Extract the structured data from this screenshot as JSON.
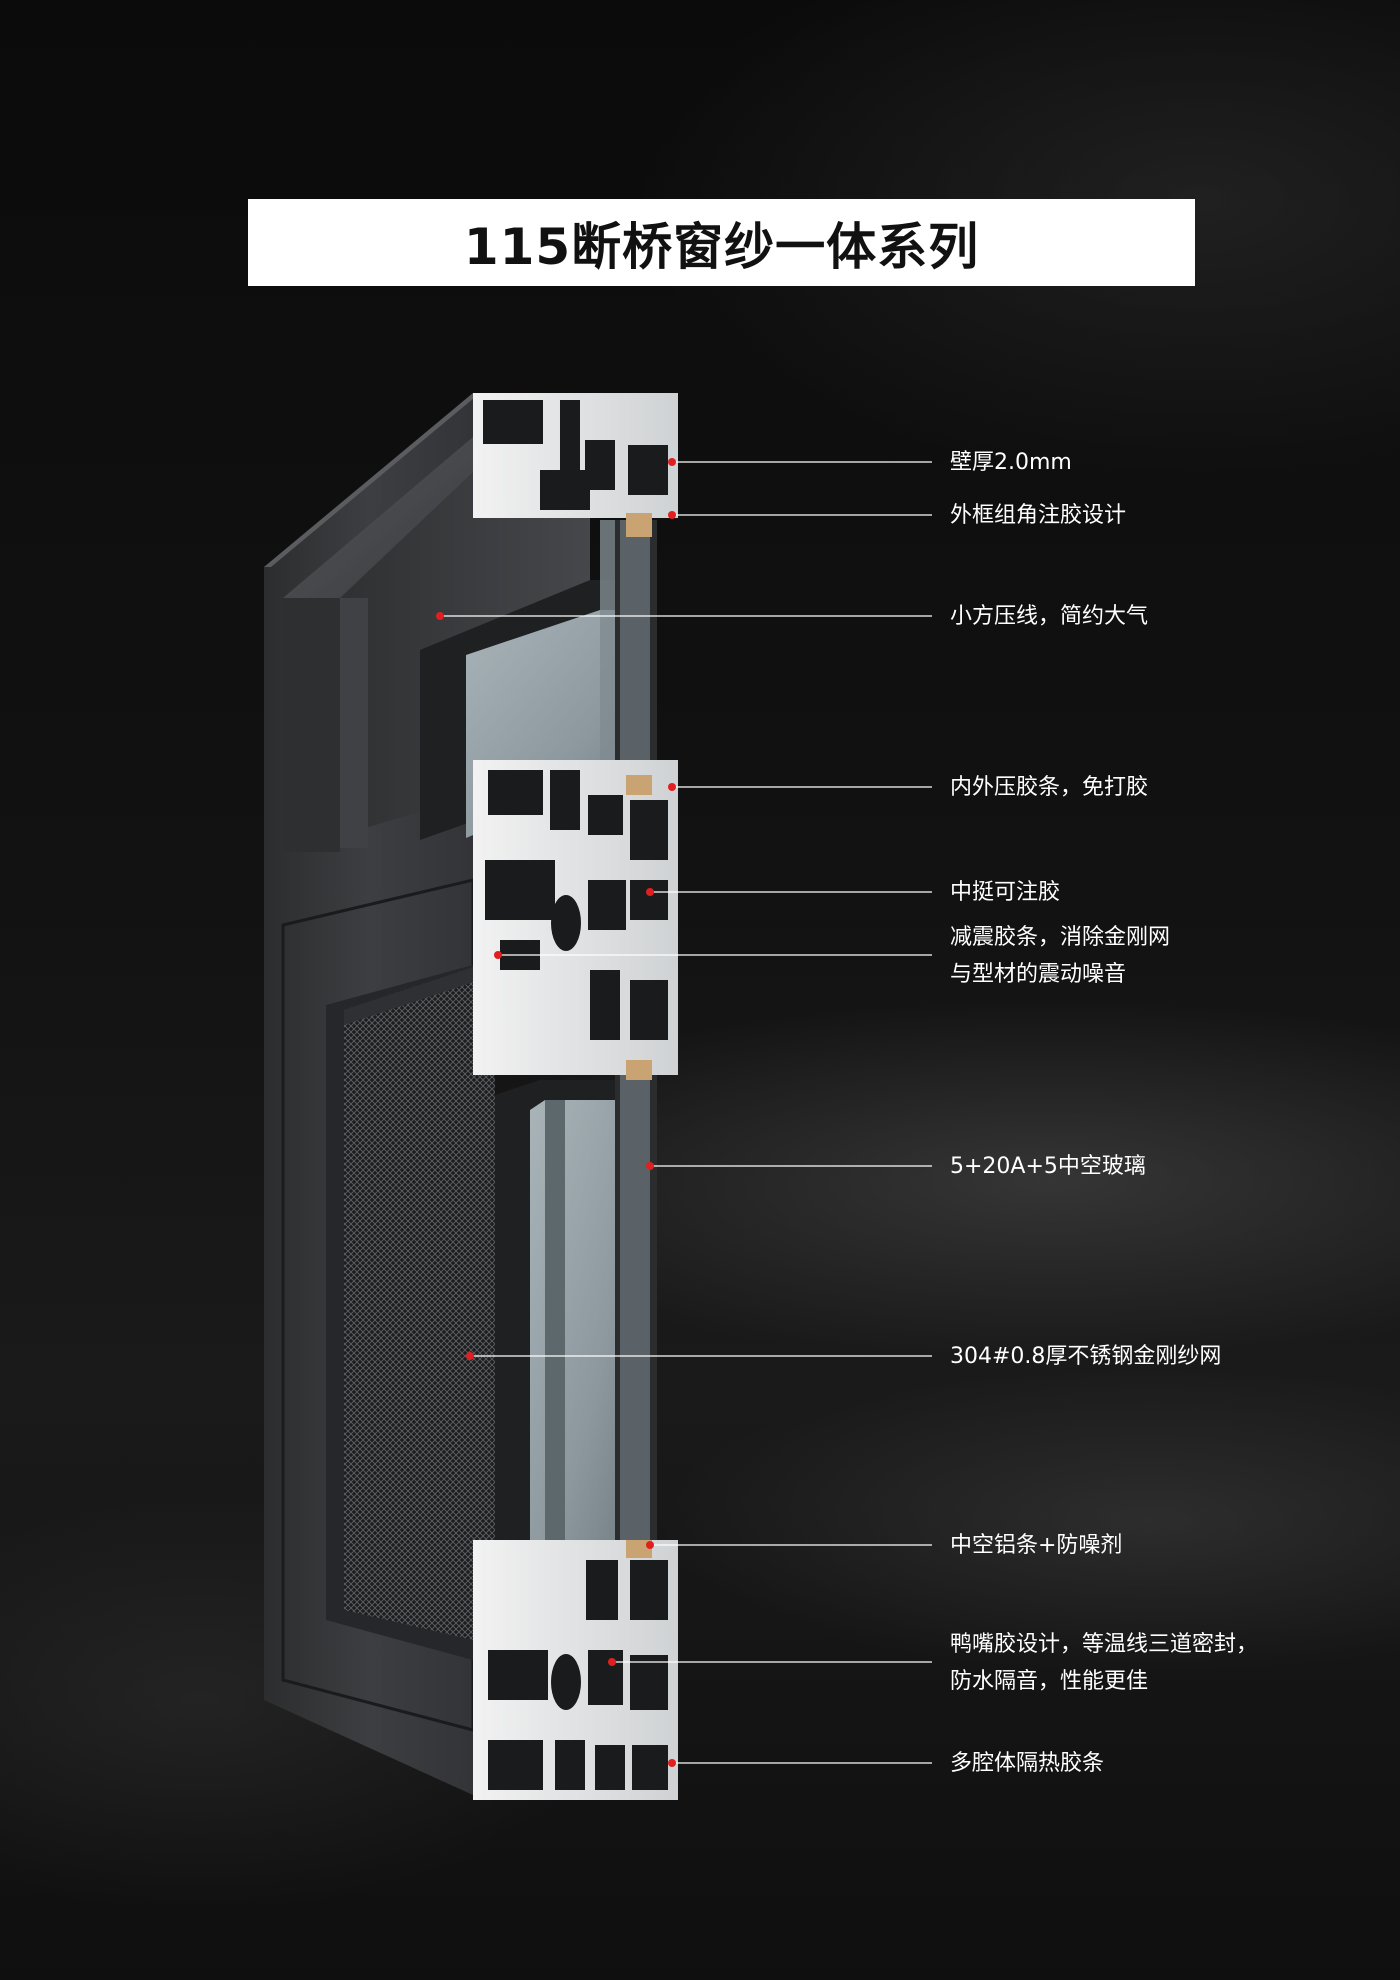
{
  "title": "115断桥窗纱一体系列",
  "colors": {
    "background": "#0c0c0c",
    "title_bar": "#ffffff",
    "title_text": "#111111",
    "frame": "#3a3b3d",
    "glass": "#8e9aa0",
    "callout_dot": "#e02020",
    "callout_line": "#ffffff"
  },
  "callouts": [
    {
      "text": "壁厚2.0mm"
    },
    {
      "text": "外框组角注胶设计"
    },
    {
      "text": "小方压线，简约大气"
    },
    {
      "text": "内外压胶条，免打胶"
    },
    {
      "text": "中挺可注胶"
    },
    {
      "text": "减震胶条，消除金刚网",
      "text2": "与型材的震动噪音"
    },
    {
      "text": "5+20A+5中空玻璃"
    },
    {
      "text": "304#0.8厚不锈钢金刚纱网"
    },
    {
      "text": "中空铝条+防噪剂"
    },
    {
      "text": "鸭嘴胶设计，等温线三道密封，",
      "text2": "防水隔音，性能更佳"
    },
    {
      "text": "多腔体隔热胶条"
    }
  ]
}
